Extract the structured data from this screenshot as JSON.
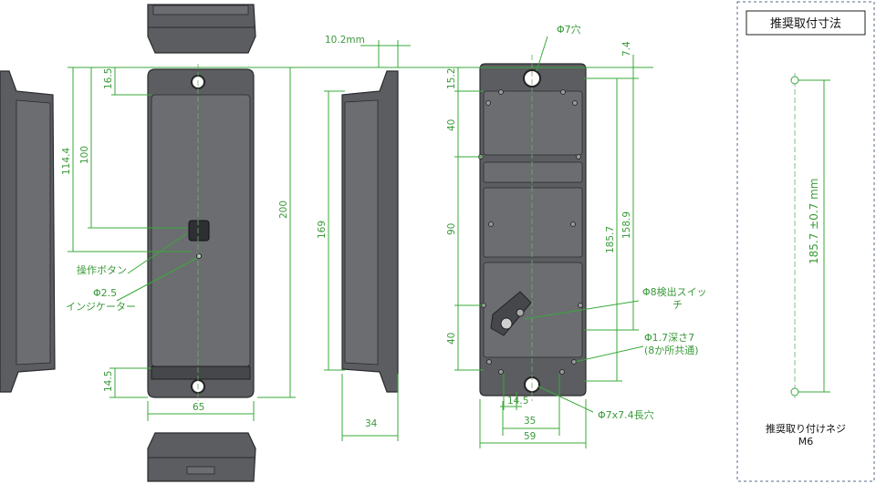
{
  "dims": {
    "d_10_2": "10.2mm",
    "d_16_5": "16.5",
    "d_114_4": "114.4",
    "d_100": "100",
    "d_200": "200",
    "d_169": "169",
    "d_14_5": "14.5",
    "d_65": "65",
    "d_34": "34",
    "d_15_2": "15.2",
    "d_40a": "40",
    "d_90": "90",
    "d_40b": "40",
    "d_7_4": "7.4",
    "d_185_7": "185.7",
    "d_158_9": "158.9",
    "d_14_5b": "14.5",
    "d_35": "35",
    "d_59": "59"
  },
  "labels": {
    "phi7hole": "Φ7穴",
    "button": "操作ボタン",
    "indicator_1": "Φ2.5",
    "indicator_2": "インジケーター",
    "switch_1": "Φ8検出スイッ",
    "switch_2": "チ",
    "depth_1": "Φ1.7深さ7",
    "depth_2": "(8か所共通)",
    "slot": "Φ7x7.4長穴"
  },
  "panel": {
    "title": "推奨取付寸法",
    "dimension": "185.7 ±0.7 mm",
    "screw_1": "推奨取り付けネジ",
    "screw_2": "M6"
  }
}
